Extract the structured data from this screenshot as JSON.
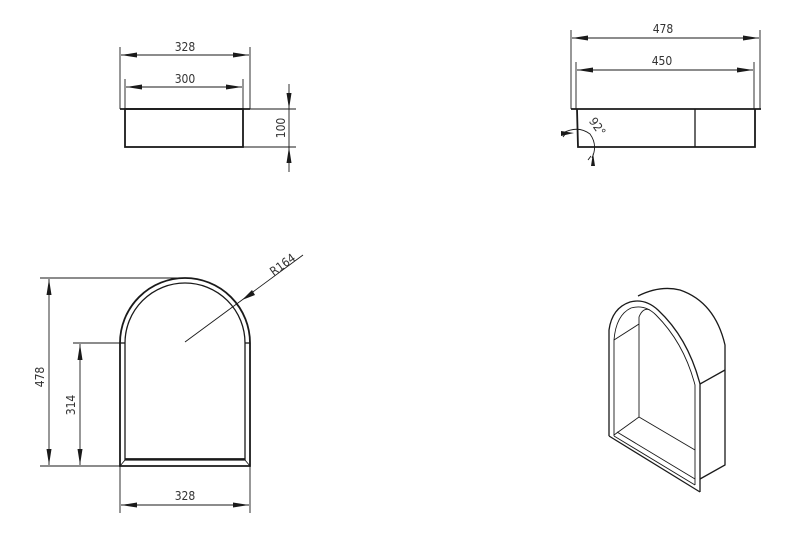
{
  "drawing": {
    "type": "technical-drawing",
    "subject": "arched wall niche",
    "stroke_color": "#1a1a1a",
    "text_color": "#333333",
    "views": {
      "top_view": {
        "dims": {
          "outer_width": "328",
          "inner_width": "300",
          "depth": "100"
        }
      },
      "side_view": {
        "dims": {
          "outer_height": "478",
          "inner_height": "450",
          "angle": "92°"
        }
      },
      "front_view": {
        "dims": {
          "total_height": "478",
          "straight_height": "314",
          "width": "328",
          "radius": "R164"
        }
      },
      "iso_view": {
        "label": ""
      }
    }
  }
}
